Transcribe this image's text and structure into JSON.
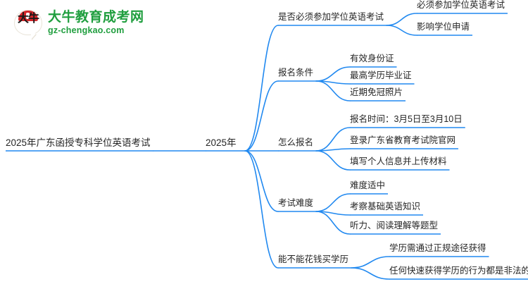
{
  "logo": {
    "mark_text": "大牛",
    "title": "大牛教育成考网",
    "subtitle": "gz-chengkao.com",
    "brand_color": "#1f9e3e",
    "mark_accent_color": "#d0262a"
  },
  "mindmap": {
    "line_color": "#2189f0",
    "root": {
      "label": "2025年广东函授专科学位英语考试"
    },
    "level2": {
      "label": "2025年"
    },
    "branches": [
      {
        "label": "是否必须参加学位英语考试",
        "children": [
          {
            "label": "必须参加学位英语考试"
          },
          {
            "label": "影响学位申请"
          }
        ]
      },
      {
        "label": "报名条件",
        "children": [
          {
            "label": "有效身份证"
          },
          {
            "label": "最高学历毕业证"
          },
          {
            "label": "近期免冠照片"
          }
        ]
      },
      {
        "label": "怎么报名",
        "children": [
          {
            "label": "报名时间：3月5日至3月10日"
          },
          {
            "label": "登录广东省教育考试院官网"
          },
          {
            "label": "填写个人信息并上传材料"
          }
        ]
      },
      {
        "label": "考试难度",
        "children": [
          {
            "label": "难度适中"
          },
          {
            "label": "考察基础英语知识"
          },
          {
            "label": "听力、阅读理解等题型"
          }
        ]
      },
      {
        "label": "能不能花钱买学历",
        "children": [
          {
            "label": "学历需通过正规途径获得"
          },
          {
            "label": "任何快速获得学历的行为都是非法的"
          }
        ]
      }
    ]
  }
}
